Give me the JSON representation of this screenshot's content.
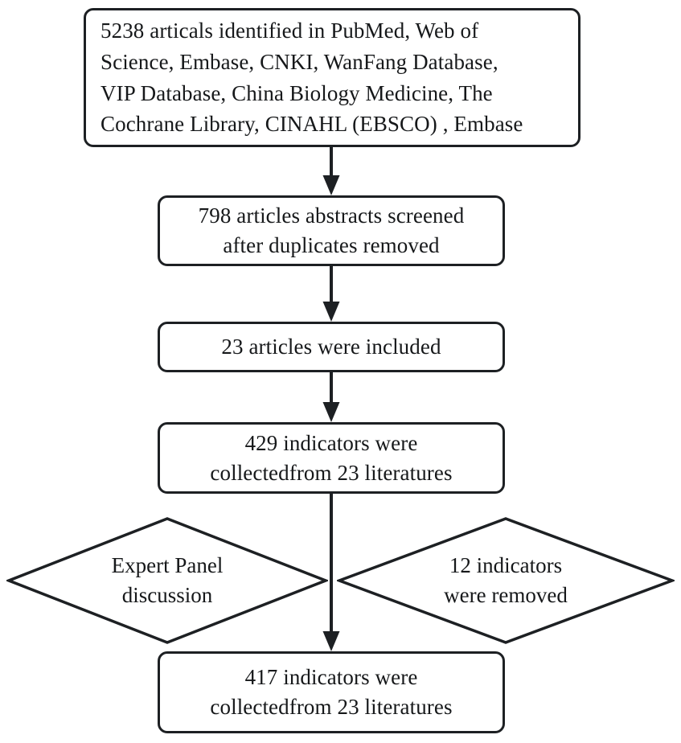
{
  "figure": {
    "type": "flowchart",
    "orientation": "top-to-bottom",
    "stroke_color": "#1d2023",
    "background_color": "#ffffff",
    "text_color": "#16181a"
  },
  "nodes": {
    "identified": {
      "shape": "rounded-rectangle",
      "text": "5238 articals identified in PubMed, Web of\nScience, Embase, CNKI, WanFang Database,\nVIP Database, China Biology Medicine, The\nCochrane Library, CINAHL (EBSCO) , Embase",
      "count": 5238
    },
    "screened": {
      "shape": "rounded-rectangle",
      "text": "798 articles abstracts screened\nafter duplicates removed",
      "count": 798
    },
    "included": {
      "shape": "rounded-rectangle",
      "text": "23 articles were included",
      "count": 23
    },
    "indicators_429": {
      "shape": "rounded-rectangle",
      "text": "429 indicators were\ncollectedfrom 23 literatures",
      "count": 429
    },
    "expert_panel": {
      "shape": "diamond",
      "text": "Expert Panel\ndiscussion"
    },
    "removed": {
      "shape": "diamond",
      "text": "12 indicators\nwere removed",
      "count": 12
    },
    "indicators_417": {
      "shape": "rounded-rectangle",
      "text": "417 indicators were\ncollectedfrom 23 literatures",
      "count": 417
    }
  },
  "edges": [
    {
      "from": "identified",
      "to": "screened",
      "style": "solid-arrow-down"
    },
    {
      "from": "screened",
      "to": "included",
      "style": "solid-arrow-down"
    },
    {
      "from": "included",
      "to": "indicators_429",
      "style": "solid-arrow-down"
    },
    {
      "from": "indicators_429",
      "to": "indicators_417",
      "style": "solid-arrow-down"
    }
  ]
}
